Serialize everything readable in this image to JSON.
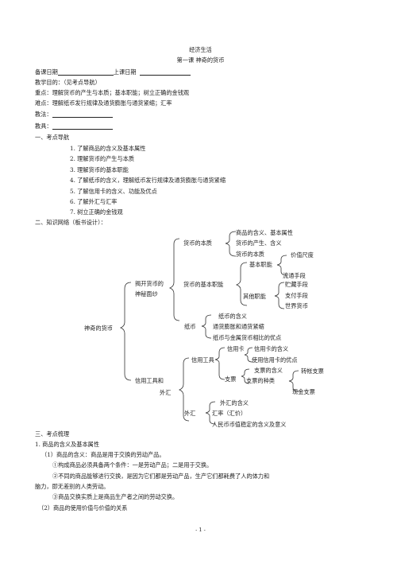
{
  "header": {
    "title": "经济生活",
    "lesson": "第一课 神奇的货币"
  },
  "meta": {
    "prep_date_label": "备课日期",
    "class_date_label": "上课日期",
    "goal": "教学目的：（见考点导航）",
    "key_points": "重点：理解货币的产生与本质；基本职能；树立正确的金钱观",
    "difficulties": "难点：理解纸币发行规律及通货膨胀与通货紧缩；汇率",
    "method_label": "教法：",
    "tools_label": "教具："
  },
  "section1": {
    "heading": "一、考点导航",
    "items": [
      "1. 了解商品的含义及基本属性",
      "2. 理解货币的产生与本质",
      "3. 理解货币的基本职能",
      "4. 了解纸币的含义，理解纸币发行规律及通货膨胀与通货紧缩",
      "5. 了解信用卡的含义、功能及优点",
      "6. 了解外汇与汇率",
      "7. 树立正确的金钱观"
    ]
  },
  "section2": {
    "heading": "二、知识网络（板书设计）：",
    "root": "神奇的货币",
    "branch_a": [
      "揭开货币的",
      "神秘面纱"
    ],
    "branch_b": [
      "信用工具和",
      "外汇"
    ],
    "essence": "货币的本质",
    "essence_items": [
      "商品的含义、基本属性",
      "货币的产生、含义",
      "货币的本质"
    ],
    "functions": "货币的基本职能",
    "basic_functions": "基本职能",
    "basic_items": [
      "价值尺度",
      "流通手段"
    ],
    "other_functions": "其他职能",
    "other_items": [
      "贮藏手段",
      "支付手段",
      "世界货币"
    ],
    "paper": "纸币",
    "paper_items": [
      "纸币的含义",
      "通货膨胀和通货紧缩",
      "纸币与金属货币相比的优点"
    ],
    "credit_tools": "信用工具",
    "credit_card": "信用卡",
    "card_items": [
      "信用卡的含义",
      "使用信用卡的优点"
    ],
    "cheque": "支票",
    "cheque_items": [
      "支票的含义",
      "支票的种类"
    ],
    "cheque_types": [
      "转帐支票",
      "现金支票"
    ],
    "forex": "外汇",
    "forex_items": [
      "外汇的含义",
      "汇率（汇价）",
      "人民币币值稳定的含义及意义"
    ]
  },
  "section3": {
    "heading": "三、考点梳理",
    "sub1": "1. 商品的含义及基本属性",
    "p1": "（1）商品的含义：商品是用于交换的劳动产品。",
    "p2": "①构成商品必须具备两个条件：一是劳动产品；二是用于交换。",
    "p3a": "②不同的商品能够进行交换，是因为它们都是劳动产品，生产它们都耗费了人的体力和",
    "p3b": "脑力，即无差别的人类劳动。",
    "p4": "③商品交换实质上是商品生产者之间的劳动交换。",
    "p5": "（2）商品的使用价值与价值的关系"
  },
  "footer": {
    "page": "- 1 -"
  }
}
